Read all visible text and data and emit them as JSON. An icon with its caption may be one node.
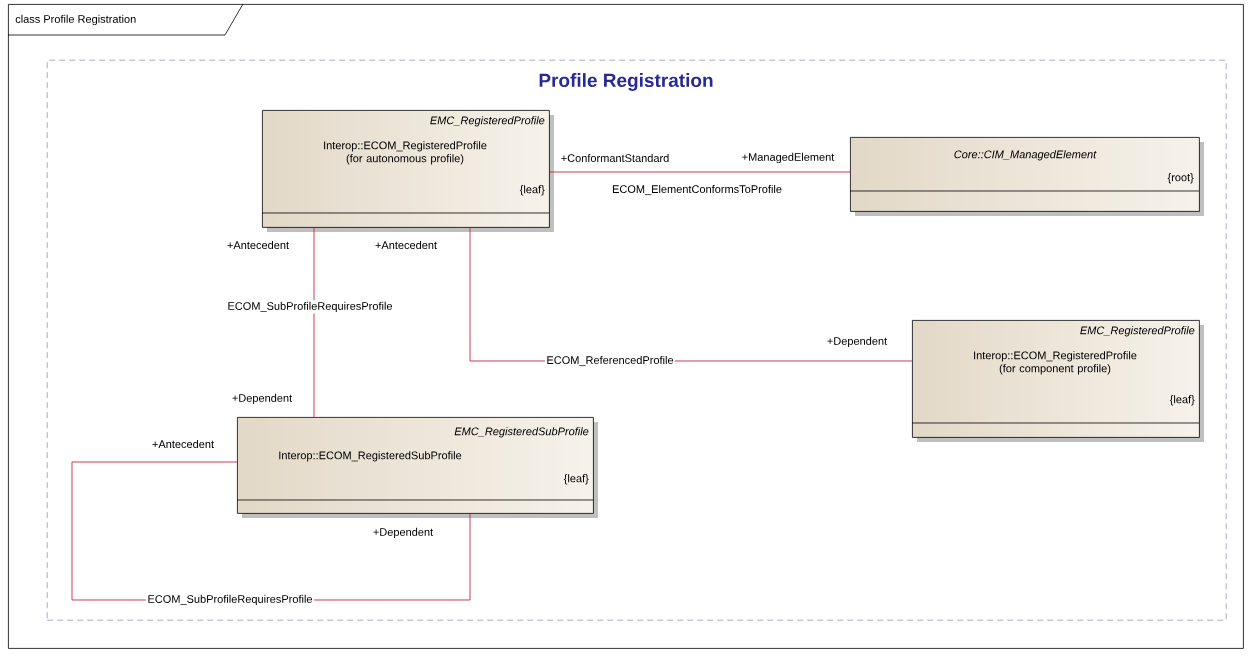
{
  "diagram": {
    "nodes": [
      {
        "text": [
          "class Profile Registration"
        ]
      },
      {
        "text": [
          "Profile Registration"
        ],
        "in": 0
      },
      {
        "text": [
          "EMC_RegisteredProfile",
          "Interop::ECOM_RegisteredProfile (for autonomous profile)",
          "{leaf}"
        ],
        "in": 1
      },
      {
        "text": [
          "Core::CIM_ManagedElement",
          "{root}"
        ],
        "in": 1
      },
      {
        "text": [
          "EMC_RegisteredProfile",
          "Interop::ECOM_RegisteredProfile (for component profile)",
          "{leaf}"
        ],
        "in": 1
      },
      {
        "text": [
          "EMC_RegisteredSubProfile",
          "Interop::ECOM_RegisteredSubProfile",
          "{leaf}"
        ],
        "in": 1
      }
    ],
    "edges": [
      {
        "from": 2,
        "to": 3,
        "arrow": "none",
        "label": "ECOM_ElementConformsToProfile"
      },
      {
        "from": 2,
        "to": 5,
        "arrow": "none",
        "label": "ECOM_SubProfileRequiresProfile"
      },
      {
        "from": 2,
        "to": 4,
        "arrow": "none",
        "label": "ECOM_ReferencedProfile"
      },
      {
        "from": 5,
        "to": 5,
        "arrow": "none",
        "label": "ECOM_SubProfileRequiresProfile"
      }
    ],
    "labels": [
      "+ConformantStandard",
      "+ManagedElement",
      "+Antecedent",
      "+Antecedent",
      "+Dependent",
      "+Dependent",
      "+Antecedent",
      "+Dependent"
    ]
  }
}
